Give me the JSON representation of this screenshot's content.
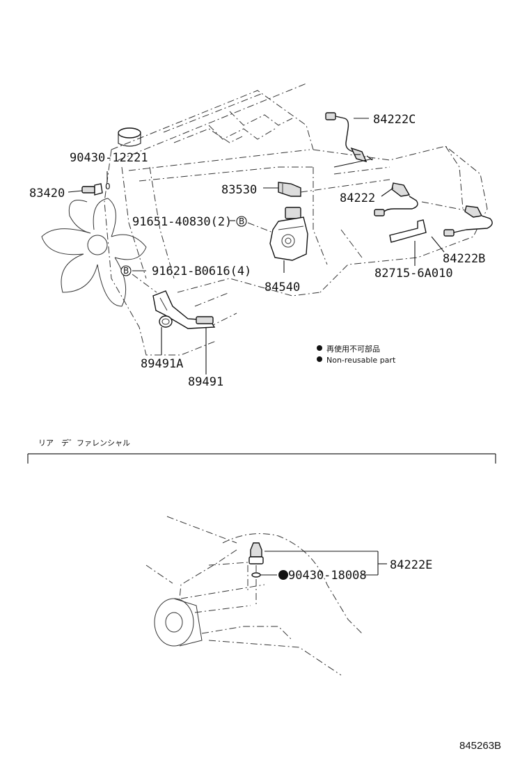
{
  "labels": {
    "p84222C": "84222C",
    "p90430_12221": "90430-12221",
    "p83420": "83420",
    "p0": "0",
    "p83530": "83530",
    "p84222": "84222",
    "p91651": "91651-40830(2)",
    "p84540": "84540",
    "p84222B": "84222B",
    "p91621": "91621-B0616(4)",
    "p82715": "82715-6A010",
    "p89491A": "89491A",
    "p89491": "89491",
    "p84222E": "84222E",
    "p90430_18008": "90430-18008"
  },
  "markers": {
    "b1": "B",
    "b2": "B"
  },
  "legend": {
    "jp": "再使用不可部品",
    "en": "Non-reusable part"
  },
  "section": {
    "title": "リア　デ゛ファレンシャル"
  },
  "footer": {
    "code": "845263B"
  }
}
